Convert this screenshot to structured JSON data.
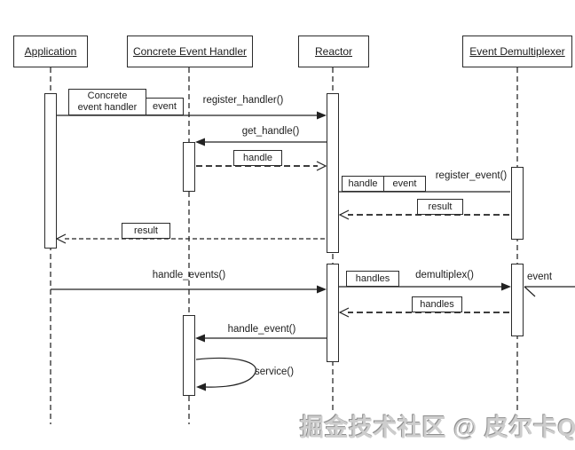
{
  "actors": {
    "application": "Application",
    "handler": "Concrete Event Handler",
    "reactor": "Reactor",
    "demultiplexer": "Event Demultiplexer"
  },
  "messages": {
    "register_handler": "register_handler()",
    "get_handle": "get_handle()",
    "register_event": "register_event()",
    "handle_events": "handle_events()",
    "demultiplex": "demultiplex()",
    "handle_event": "handle_event()",
    "service": "service()",
    "event_in": "event"
  },
  "value_boxes": {
    "concrete_event_handler": "Concrete\nevent handler",
    "event": "event",
    "handle": "handle",
    "handles": "handles",
    "result": "result"
  },
  "watermark": "掘金技术社区 @ 皮尔卡Q",
  "colors": {
    "line": "#2b2b2b",
    "background": "#ffffff",
    "watermark_gray": "#cdcdcd"
  }
}
